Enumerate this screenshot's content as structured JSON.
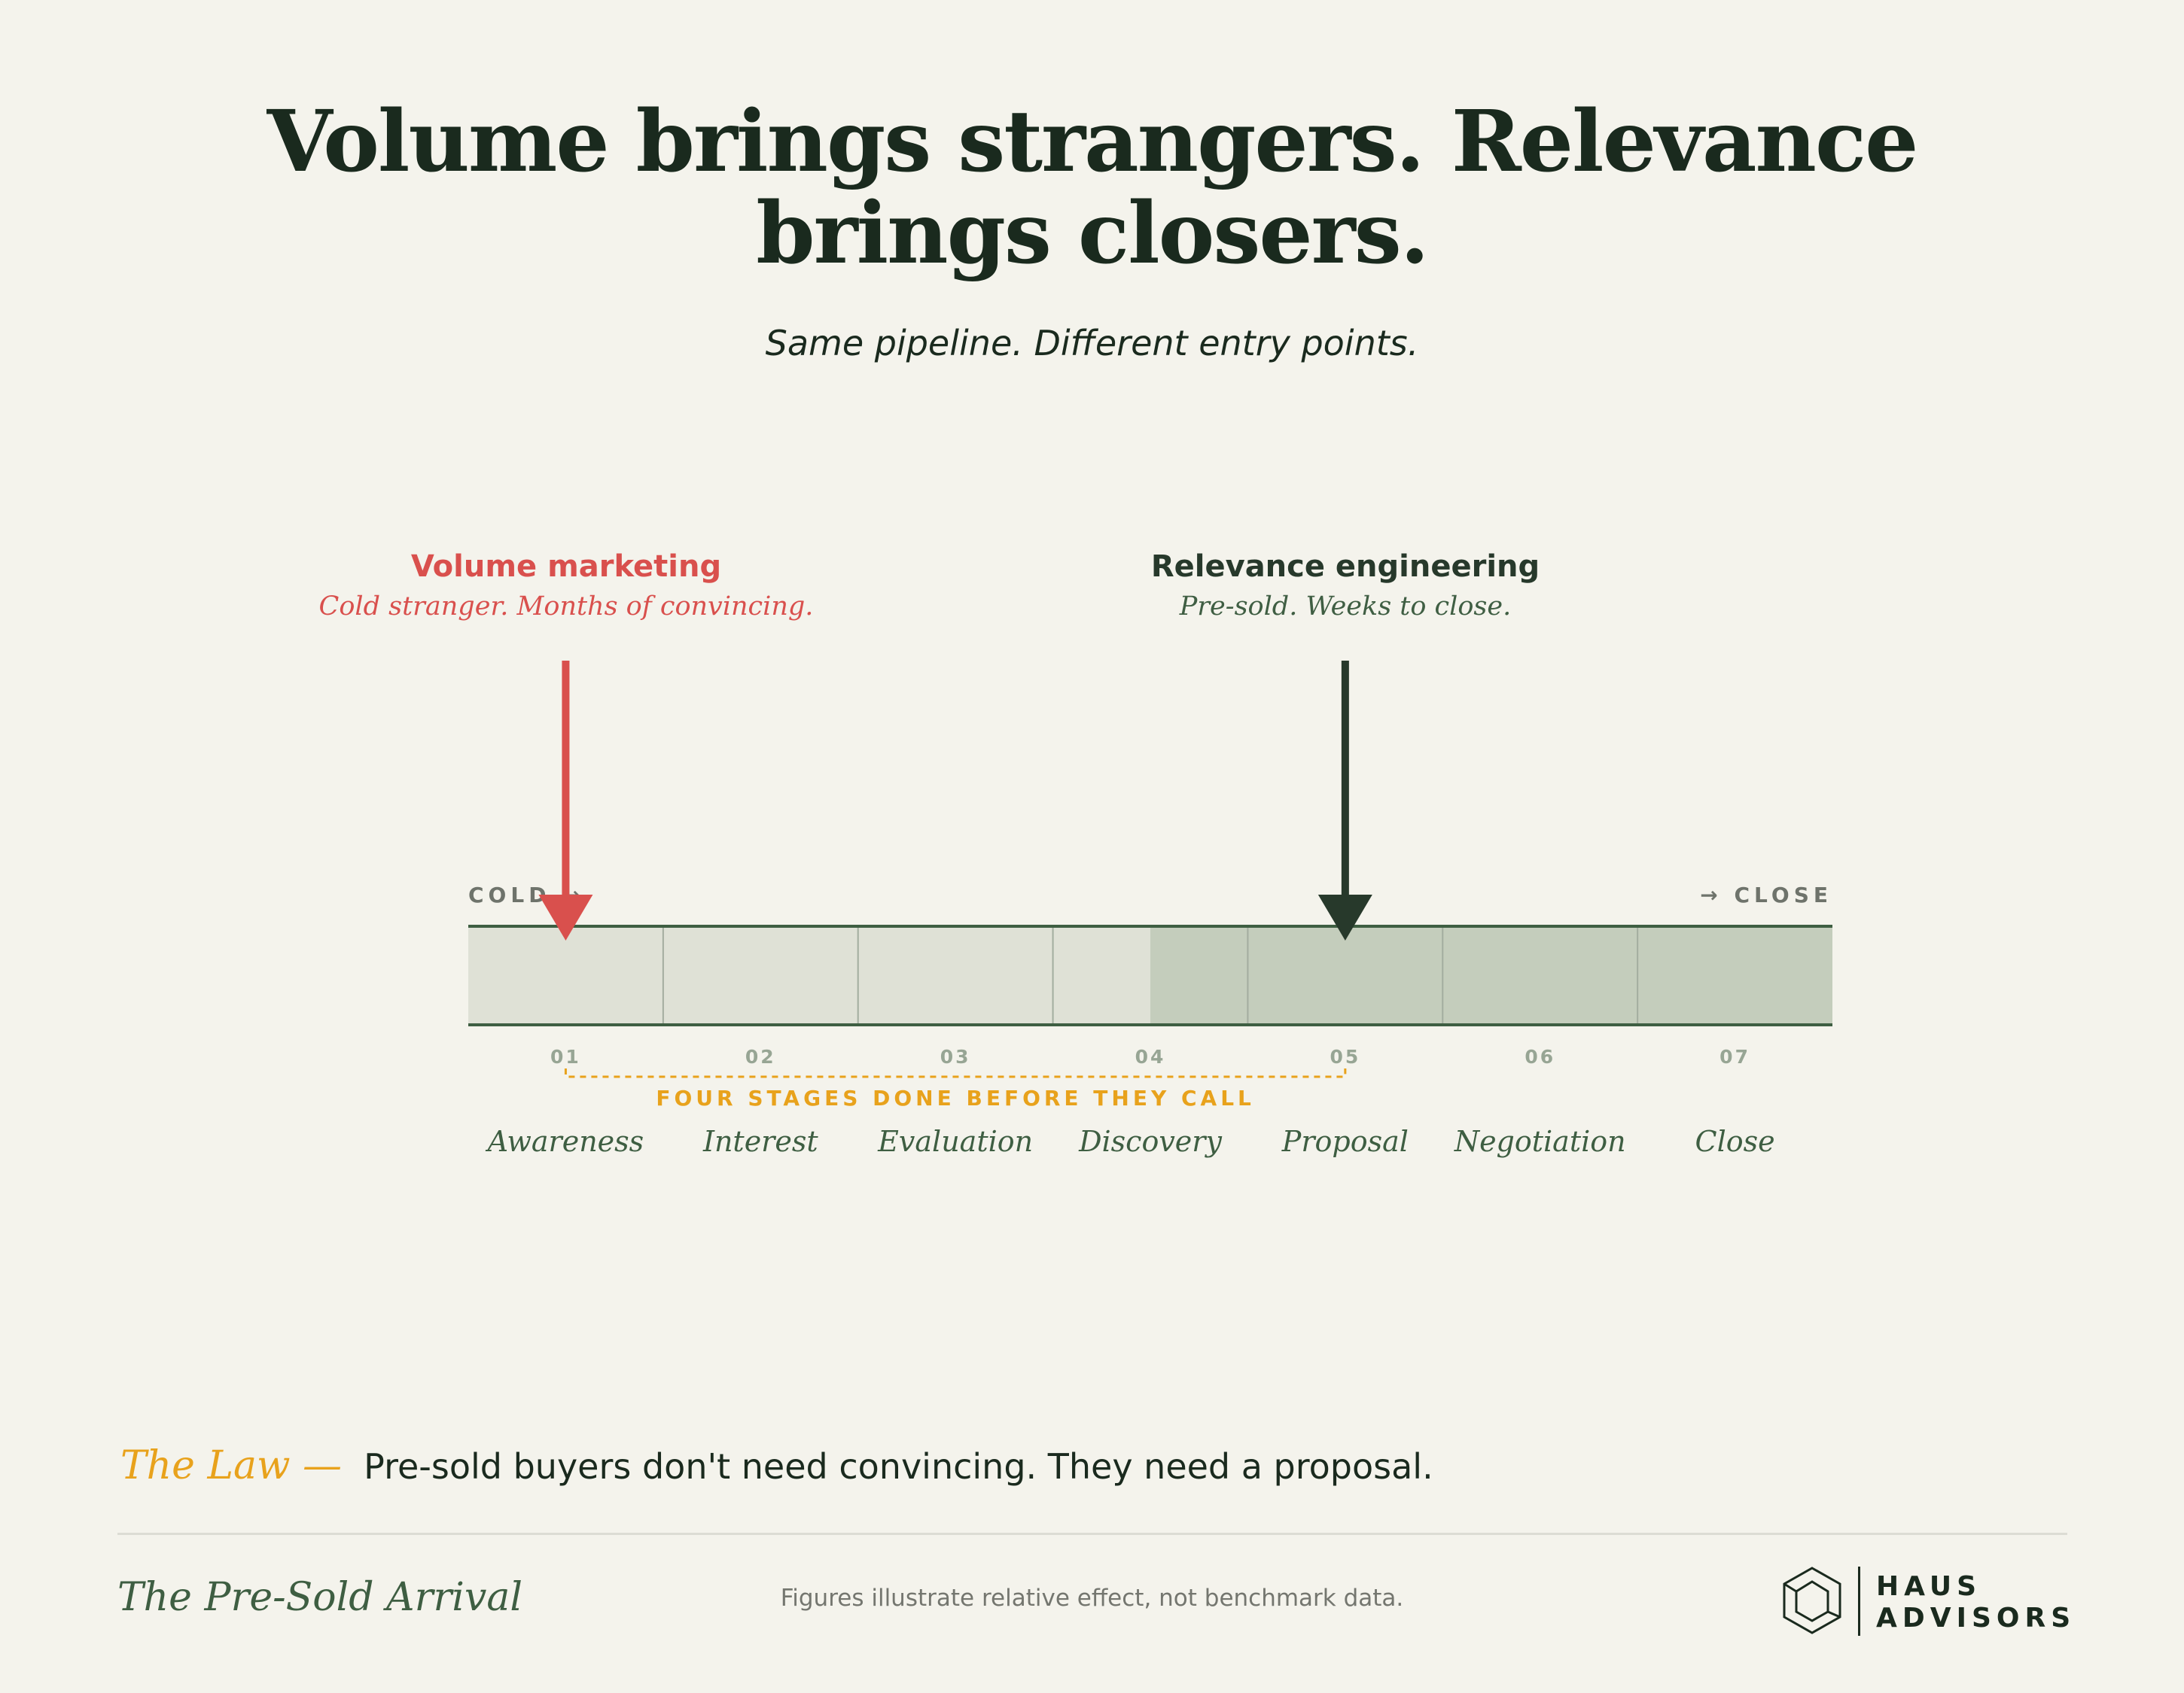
{
  "header": {
    "title": "Volume brings strangers. Relevance brings closers.",
    "subtitle": "Same pipeline. Different entry points."
  },
  "entries": [
    {
      "title": "Volume marketing",
      "note": "Cold stranger. Months of convincing.",
      "entry_stage": 1,
      "color": "#d9504d"
    },
    {
      "title": "Relevance engineering",
      "note": "Pre-sold. Weeks to close.",
      "entry_stage": 5,
      "color": "#27392b"
    }
  ],
  "pipeline": {
    "start_label": "COLD →",
    "end_label": "→ CLOSE",
    "stages": [
      {
        "number": "01",
        "name": "Awareness"
      },
      {
        "number": "02",
        "name": "Interest"
      },
      {
        "number": "03",
        "name": "Evaluation"
      },
      {
        "number": "04",
        "name": "Discovery"
      },
      {
        "number": "05",
        "name": "Proposal"
      },
      {
        "number": "06",
        "name": "Negotiation"
      },
      {
        "number": "07",
        "name": "Close"
      }
    ],
    "bracket_label": "FOUR STAGES DONE BEFORE THEY CALL",
    "colors": {
      "light_fill": "#dfe1d6",
      "dark_fill": "#c4cdbc",
      "border": "#3e5e42",
      "bracket": "#e8a21c"
    }
  },
  "law": {
    "label": "The Law —",
    "text": "Pre-sold buyers don't need convincing. They need a proposal."
  },
  "footer": {
    "title": "The Pre-Sold Arrival",
    "note": "Figures illustrate relative effect, not benchmark data.",
    "brand_line1": "HAUS",
    "brand_line2": "ADVISORS"
  }
}
